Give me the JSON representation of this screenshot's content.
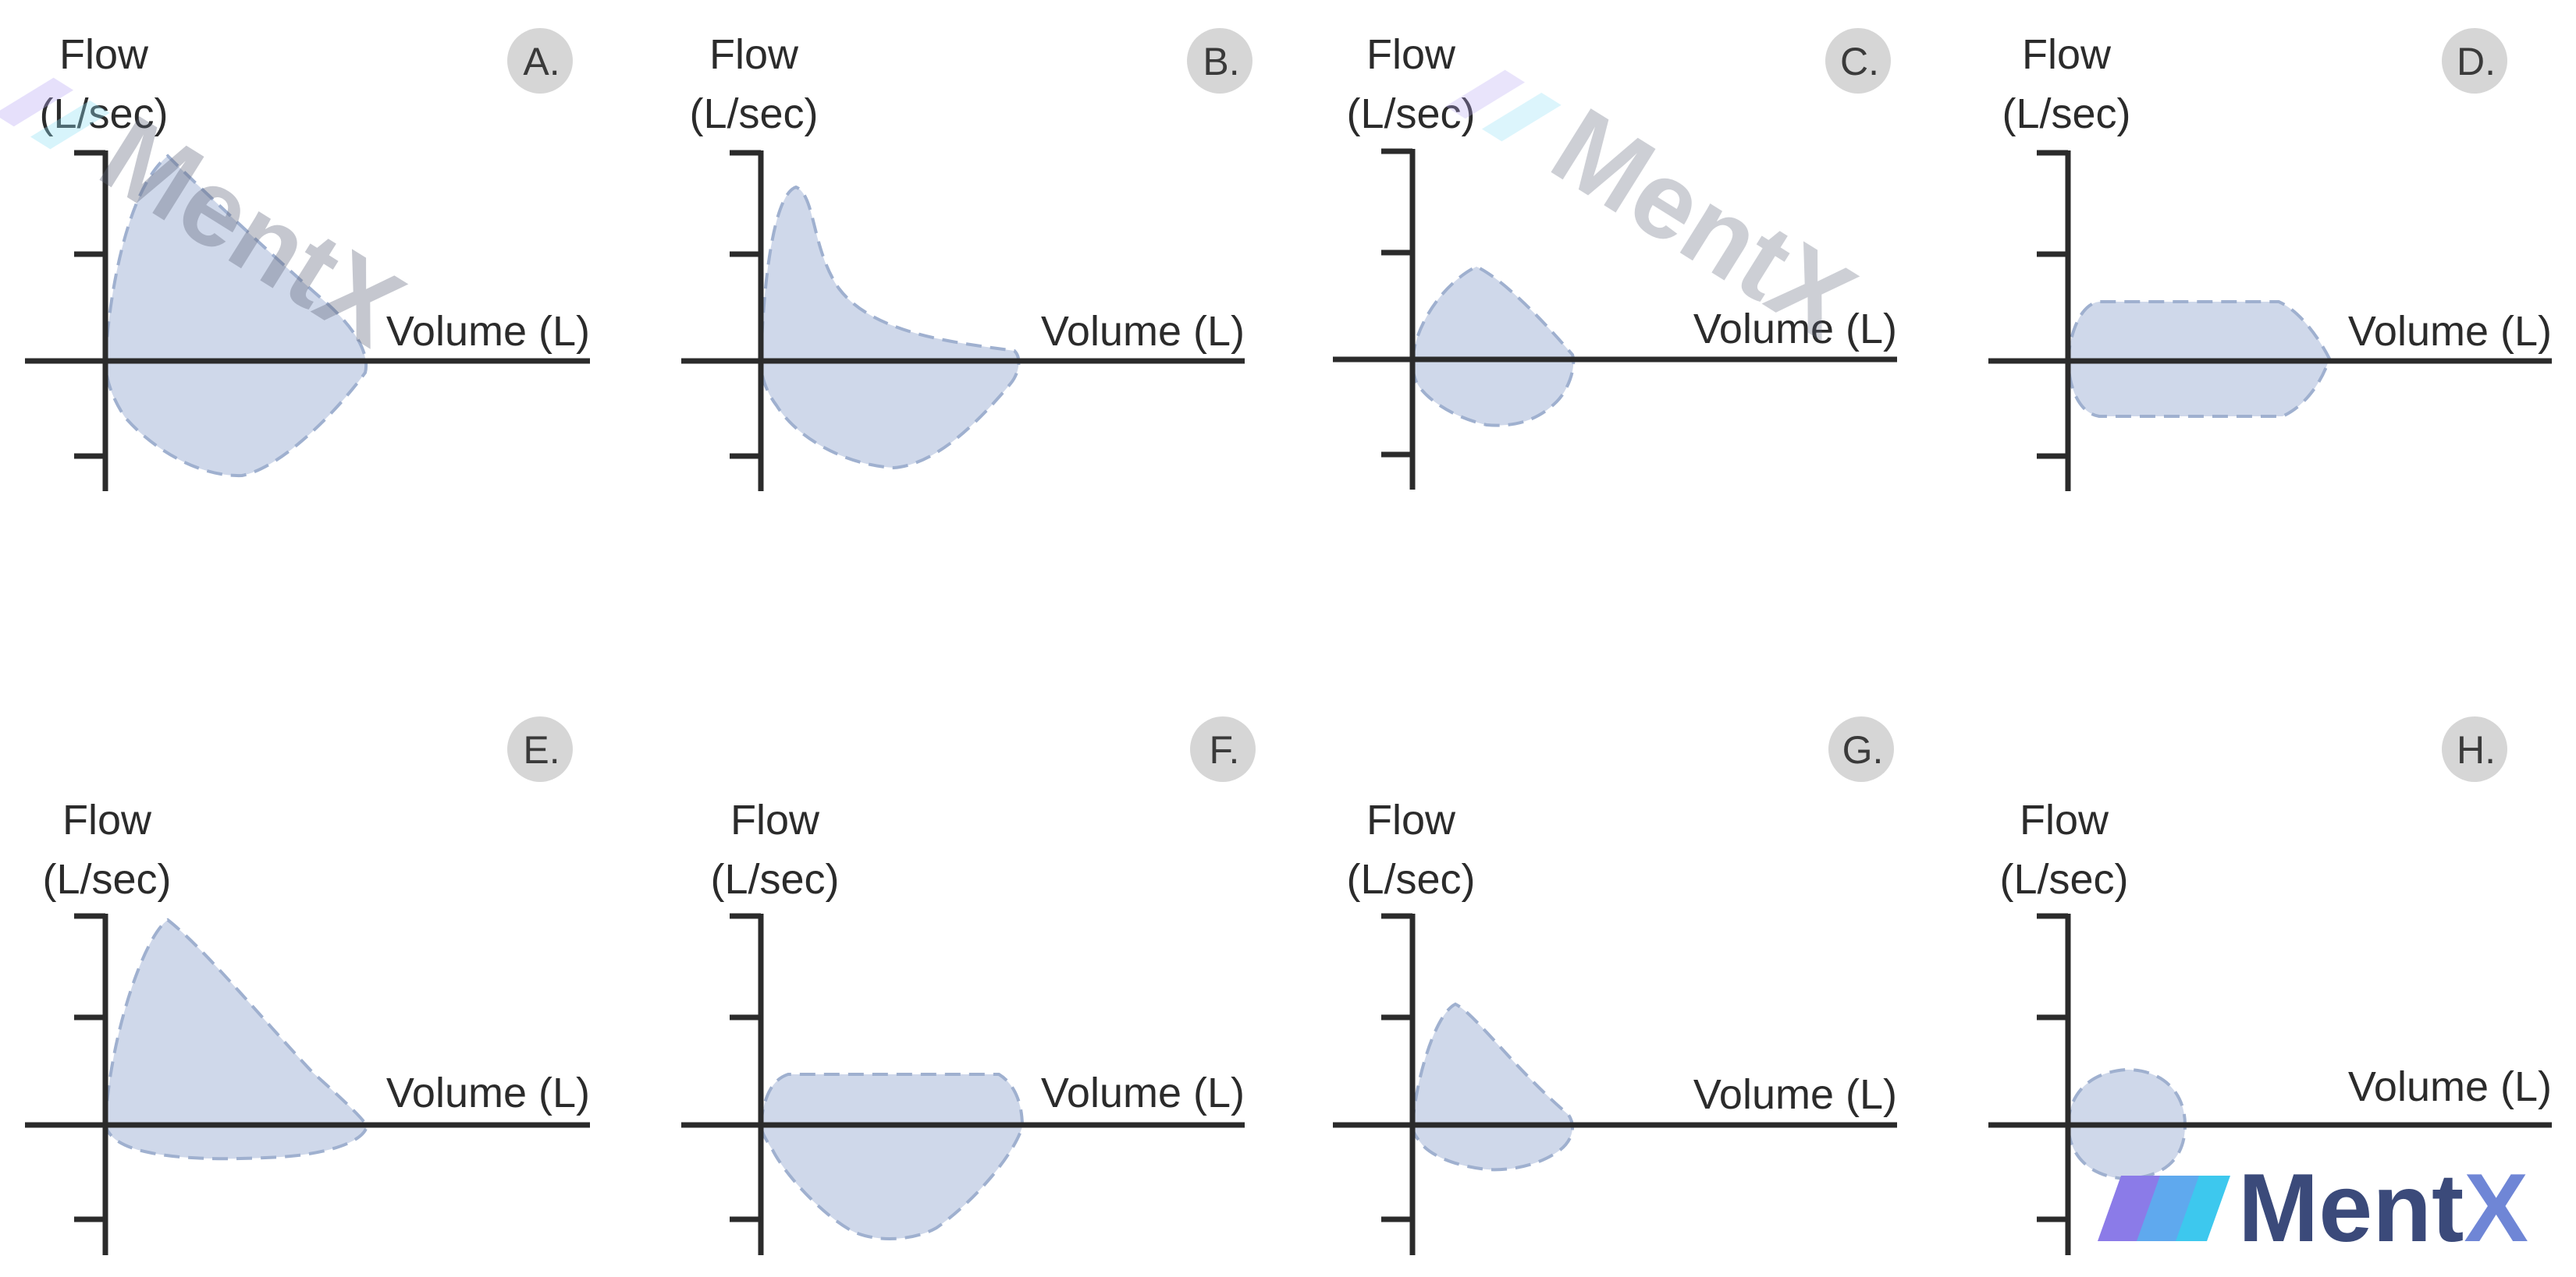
{
  "y_label_line1": "Flow",
  "y_label_line2": "(L/sec)",
  "x_label": "Volume (L)",
  "panels": [
    {
      "label": "A."
    },
    {
      "label": "B."
    },
    {
      "label": "C."
    },
    {
      "label": "D."
    },
    {
      "label": "E."
    },
    {
      "label": "F."
    },
    {
      "label": "G."
    },
    {
      "label": "H."
    }
  ],
  "watermark": {
    "text": "MentX",
    "icon": "mentx-logo-icon",
    "colors": {
      "text_dark": "#3b4a7a",
      "text_light": "#6f86d6",
      "icon_purple": "#8b7be8",
      "icon_cyan": "#3dc8ee"
    }
  },
  "colors": {
    "loop_fill": "#cfd8ea",
    "loop_stroke": "#9fb0cf",
    "axis": "#2b2b2b",
    "badge": "#d6d6d6"
  }
}
